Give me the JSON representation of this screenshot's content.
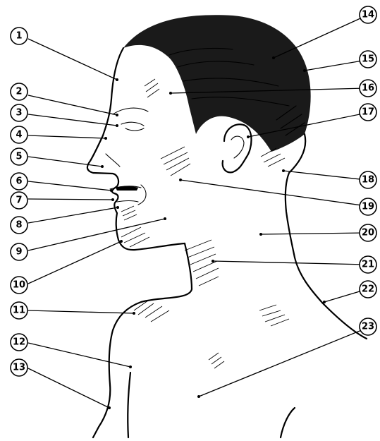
{
  "figure": {
    "colors": {
      "ink": "#000000",
      "paper": "#ffffff"
    },
    "callouts": [
      {
        "label": "1"
      },
      {
        "label": "2"
      },
      {
        "label": "3"
      },
      {
        "label": "4"
      },
      {
        "label": "5"
      },
      {
        "label": "6"
      },
      {
        "label": "7"
      },
      {
        "label": "8"
      },
      {
        "label": "9"
      },
      {
        "label": "10"
      },
      {
        "label": "11"
      },
      {
        "label": "12"
      },
      {
        "label": "13"
      },
      {
        "label": "14"
      },
      {
        "label": "15"
      },
      {
        "label": "16"
      },
      {
        "label": "17"
      },
      {
        "label": "18"
      },
      {
        "label": "19"
      },
      {
        "label": "20"
      },
      {
        "label": "21"
      },
      {
        "label": "22"
      },
      {
        "label": "23"
      }
    ]
  }
}
